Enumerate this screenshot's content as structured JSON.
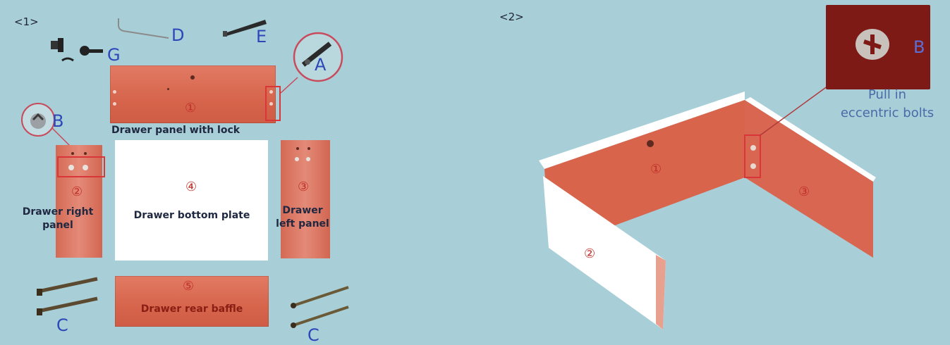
{
  "step1": {
    "label": "<1>",
    "letters": {
      "A": "A",
      "B": "B",
      "C_left": "C",
      "C_right": "C",
      "D": "D",
      "E": "E",
      "G": "G"
    },
    "parts": {
      "front_panel": {
        "number": "①",
        "label": "Drawer panel with lock"
      },
      "right_panel": {
        "number": "②",
        "label_line1": "Drawer right",
        "label_line2": "panel"
      },
      "bottom_plate": {
        "number": "④",
        "label": "Drawer bottom plate"
      },
      "left_panel": {
        "number": "③",
        "label_line1": "Drawer",
        "label_line2": "left panel"
      },
      "rear_baffle": {
        "number": "⑤",
        "label": "Drawer rear baffle"
      }
    }
  },
  "step2": {
    "label": "<2>",
    "callout_letter": "B",
    "callout_text_line1": "Pull in",
    "callout_text_line2": "eccentric bolts",
    "numbers": {
      "front": "①",
      "right": "②",
      "left": "③"
    }
  },
  "colors": {
    "background": "#a8cfd8",
    "panel_orange": "#d6654c",
    "callout_dark_red": "#7d1a16",
    "letter_blue": "#2d47b9",
    "callout_red": "#d9363a"
  }
}
